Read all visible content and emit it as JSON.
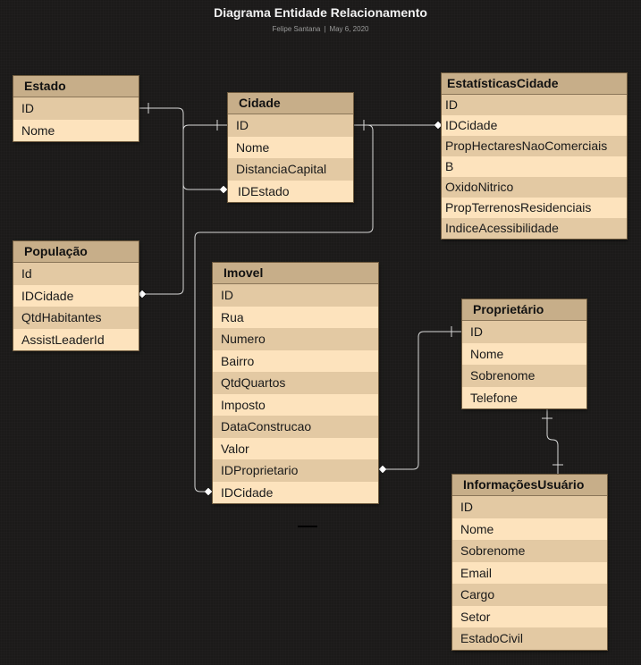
{
  "diagram": {
    "title": "Diagrama Entidade Relacionamento",
    "author": "Felipe Santana",
    "date": "May 6, 2020"
  },
  "entities": {
    "estado": {
      "name": "Estado",
      "fields": [
        "ID",
        "Nome"
      ]
    },
    "cidade": {
      "name": "Cidade",
      "fields": [
        "ID",
        "Nome",
        "DistanciaCapital",
        "IDEstado"
      ]
    },
    "estatisticas": {
      "name": "EstatísticasCidade",
      "fields": [
        "ID",
        "IDCidade",
        "PropHectaresNaoComerciais",
        "B",
        "OxidoNitrico",
        "PropTerrenosResidenciais",
        "IndiceAcessibilidade"
      ]
    },
    "populacao": {
      "name": "População",
      "fields": [
        "Id",
        "IDCidade",
        "QtdHabitantes",
        "AssistLeaderId"
      ]
    },
    "imovel": {
      "name": "Imovel",
      "fields": [
        "ID",
        "Rua",
        "Numero",
        "Bairro",
        "QtdQuartos",
        "Imposto",
        "DataConstrucao",
        "Valor",
        "IDProprietario",
        "IDCidade"
      ]
    },
    "proprietario": {
      "name": "Proprietário",
      "fields": [
        "ID",
        "Nome",
        "Sobrenome",
        "Telefone"
      ]
    },
    "informacoes": {
      "name": "InformaçõesUsuário",
      "fields": [
        "ID",
        "Nome",
        "Sobrenome",
        "Email",
        "Cargo",
        "Setor",
        "EstadoCivil"
      ]
    }
  },
  "colors": {
    "background": "#1b1a19",
    "header": "#c7ae89",
    "row_light": "#fde3bd",
    "row_dark": "#e3c9a3",
    "connector": "#d8d8d8"
  }
}
